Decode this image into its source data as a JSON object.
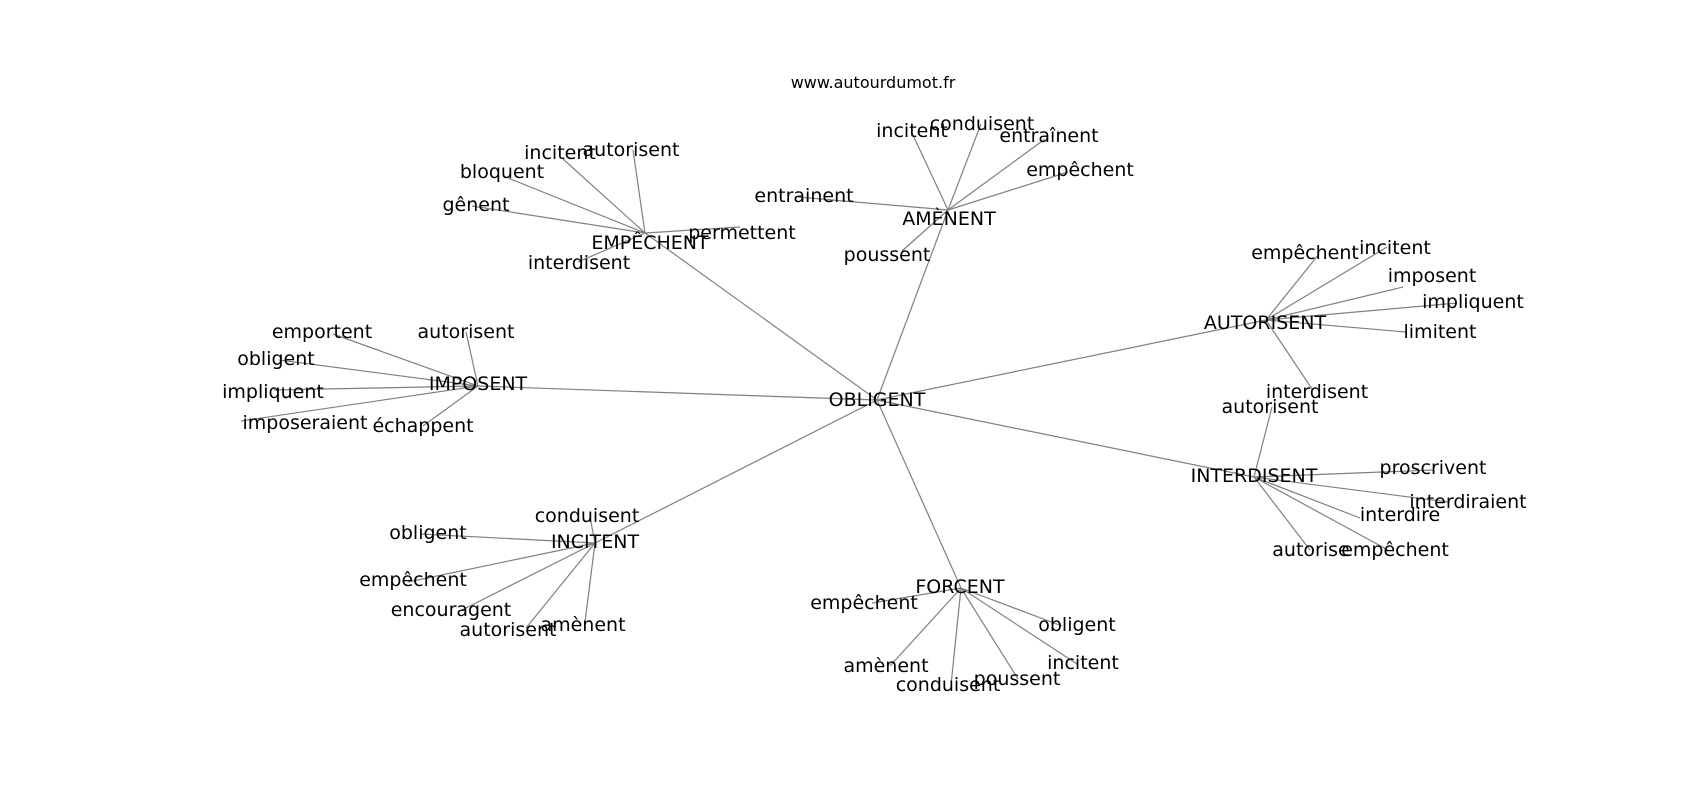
{
  "watermark": "www.autourdumot.fr",
  "center": "OBLIGENT",
  "clusters": [
    {
      "label": "EMPÊCHENT",
      "leaves": [
        "autorisent",
        "incitent",
        "bloquent",
        "gênent",
        "permettent",
        "interdisent"
      ]
    },
    {
      "label": "AMÈNENT",
      "leaves": [
        "incitent",
        "conduisent",
        "entraînent",
        "empêchent",
        "entrainent",
        "poussent"
      ]
    },
    {
      "label": "AUTORISENT",
      "leaves": [
        "empêchent",
        "incitent",
        "imposent",
        "impliquent",
        "limitent",
        "interdisent"
      ]
    },
    {
      "label": "IMPOSENT",
      "leaves": [
        "emportent",
        "autorisent",
        "obligent",
        "impliquent",
        "imposeraient",
        "échappent"
      ]
    },
    {
      "label": "INTERDISENT",
      "leaves": [
        "autorisent",
        "proscrivent",
        "interdiraient",
        "interdire",
        "autorise",
        "empêchent"
      ]
    },
    {
      "label": "INCITENT",
      "leaves": [
        "conduisent",
        "obligent",
        "empêchent",
        "encouragent",
        "autorisent",
        "amènent"
      ]
    },
    {
      "label": "FORCENT",
      "leaves": [
        "empêchent",
        "obligent",
        "incitent",
        "amènent",
        "conduisent",
        "poussent"
      ]
    }
  ]
}
